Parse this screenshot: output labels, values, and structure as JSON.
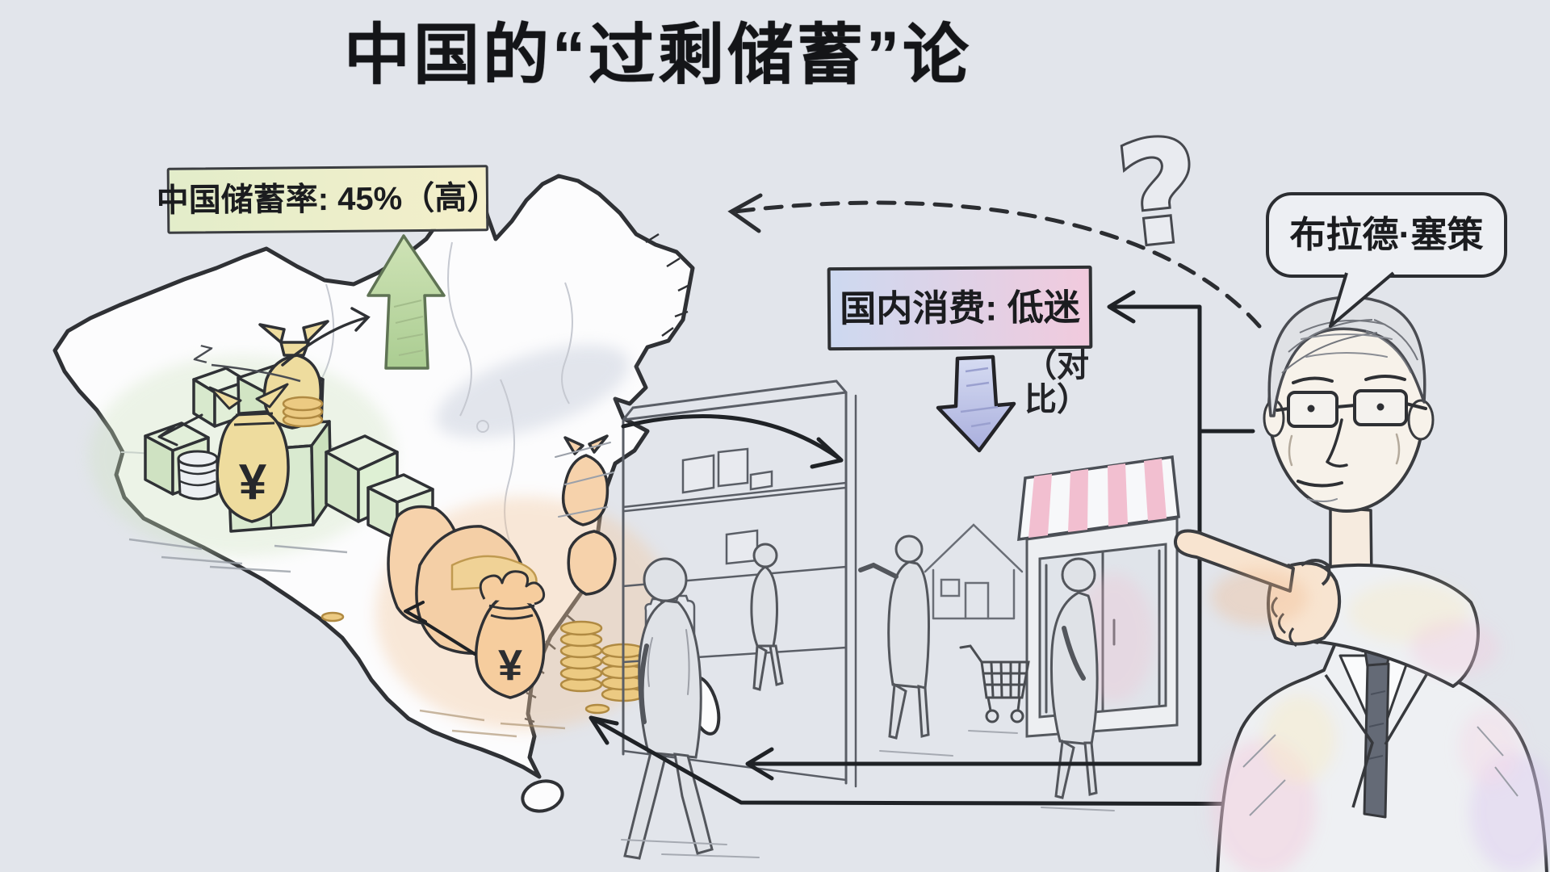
{
  "title": "中国的“过剩储蓄”论",
  "annotations": {
    "savings_label": "中国储蓄率: 45%（高）",
    "consumption_label": "国内消费: 低迷",
    "comparison_note": "（对比）",
    "speaker_name": "布拉德·塞策"
  },
  "symbols": {
    "yuan": "¥",
    "question": "?",
    "sleep_mark": "Z"
  },
  "scene": {
    "map": "china-map-outline",
    "left_pile": "green-goods-and-money-bags",
    "right_pile": "orange-money-bags-and-gold-coins",
    "shop": "sparse-shoppers-storefront",
    "figure": "economist-pointing"
  },
  "colors": {
    "background": "#e2e5eb",
    "ink": "#2f3135",
    "pencil_gray": "#5a5e66",
    "savings_box_gradient": [
      "#e3edca",
      "#f4efca"
    ],
    "consumption_box_gradient": [
      "#cdd9f0",
      "#f1cadd"
    ],
    "up_arrow_green": "#c2d9a8",
    "down_arrow_blue": "#c3cbe9",
    "money_bag_yellow": "#eedc9e",
    "money_bag_orange": "#f5cda6",
    "coin_gold": "#ecca82",
    "awning_pink": "#f2bfd0",
    "suit_wash_pink": "#f3cede",
    "suit_wash_yellow": "#f8ecc6"
  }
}
